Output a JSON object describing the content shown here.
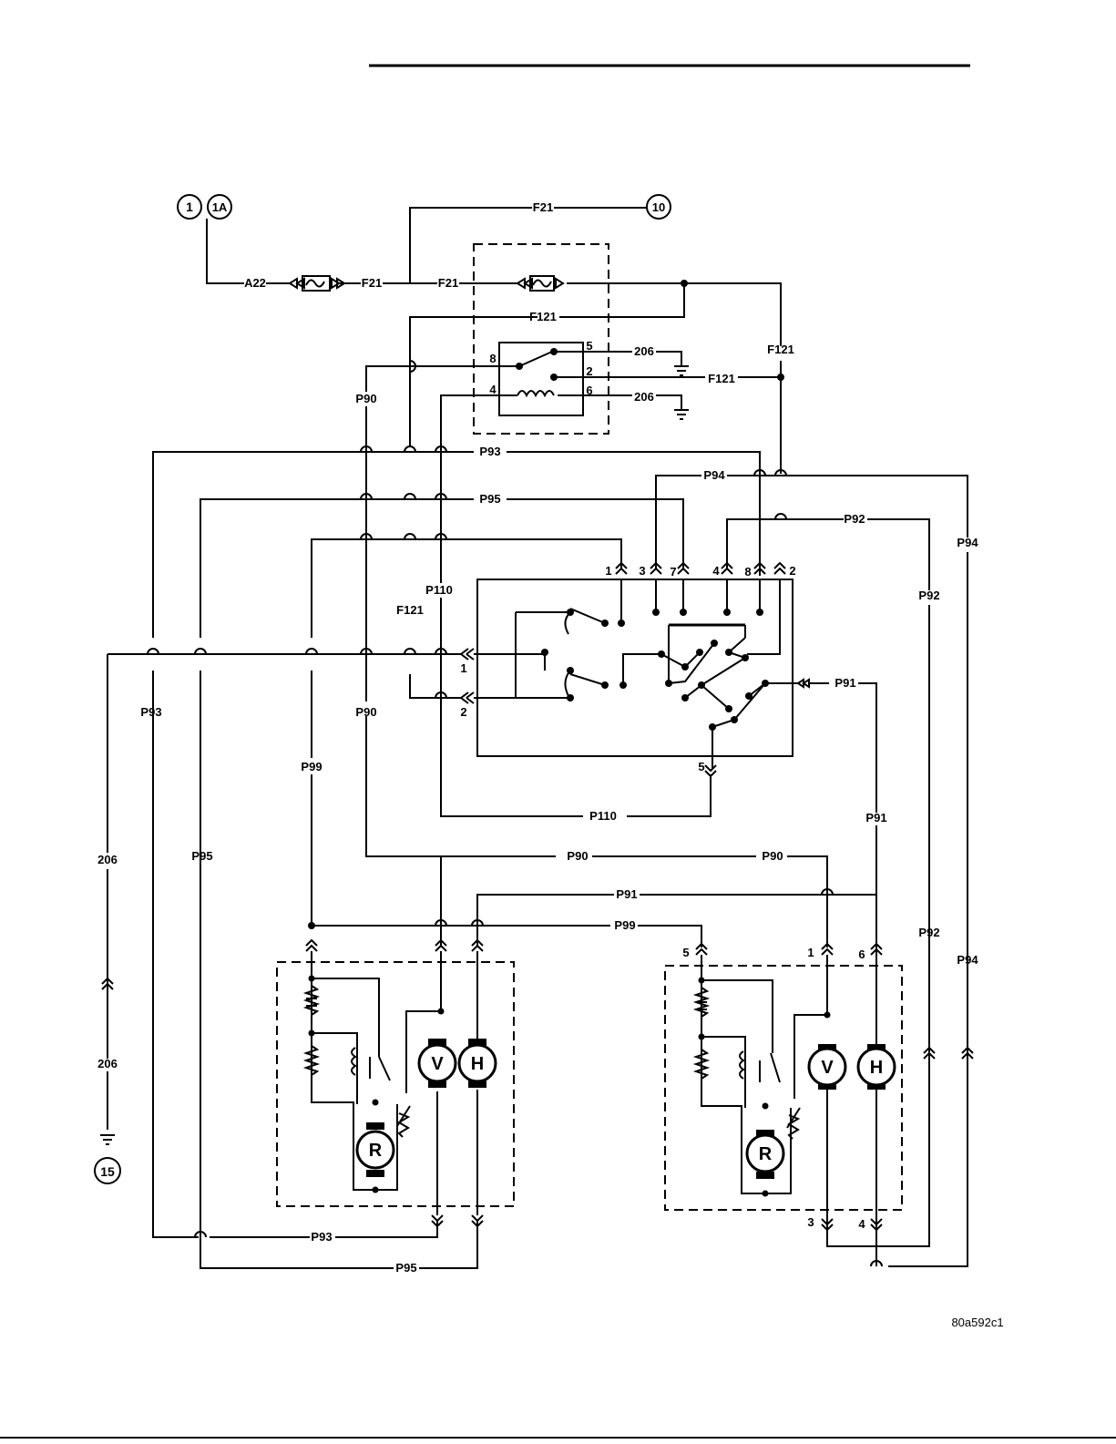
{
  "refs": {
    "r1": "1",
    "r1a": "1A",
    "r10": "10",
    "r15": "15"
  },
  "wires": {
    "a22": "A22",
    "f21": "F21",
    "f121": "F121",
    "w206": "206",
    "p90": "P90",
    "p91": "P91",
    "p92": "P92",
    "p93": "P93",
    "p94": "P94",
    "p95": "P95",
    "p99": "P99",
    "p110": "P110"
  },
  "pins": {
    "n1": "1",
    "n2": "2",
    "n3": "3",
    "n4": "4",
    "n5": "5",
    "n6": "6",
    "n7": "7",
    "n8": "8"
  },
  "motors": {
    "v": "V",
    "h": "H",
    "r": "R"
  },
  "figure_id": "80a592c1"
}
